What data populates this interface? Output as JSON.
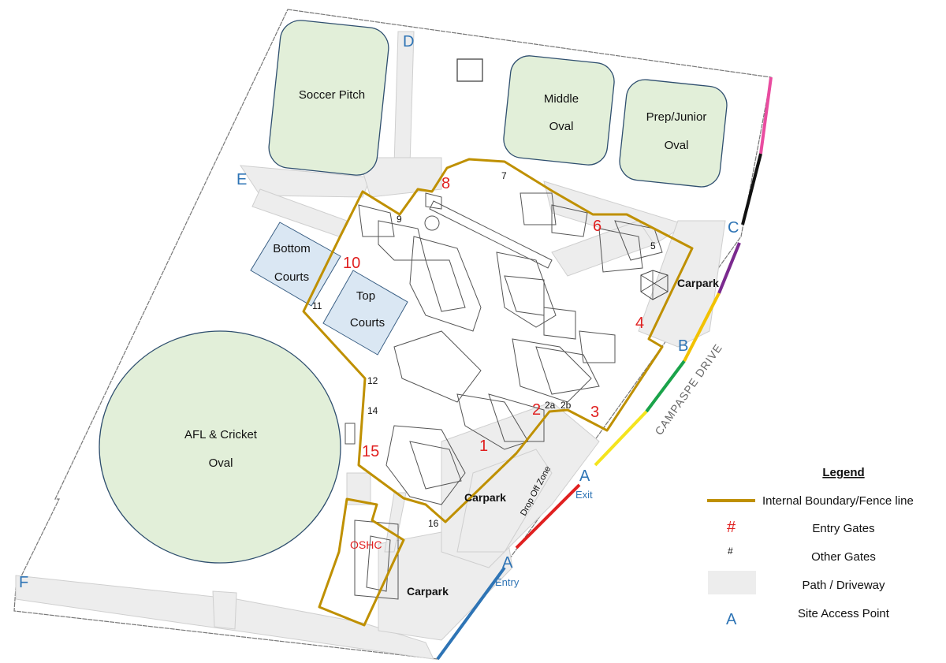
{
  "fields": {
    "soccer": "Soccer Pitch",
    "middle": [
      "Middle",
      "Oval"
    ],
    "prep": [
      "Prep/Junior",
      "Oval"
    ],
    "afl": [
      "AFL & Cricket",
      "Oval"
    ]
  },
  "courts": {
    "bottom": [
      "Bottom",
      "Courts"
    ],
    "top": [
      "Top",
      "Courts"
    ]
  },
  "site_access": {
    "A_exit": "A",
    "exit_text": "Exit",
    "A_entry": "A",
    "entry_text": "Entry",
    "B": "B",
    "C": "C",
    "D": "D",
    "E": "E",
    "F": "F"
  },
  "entry_gates": {
    "g1": "1",
    "g2": "2",
    "g3": "3",
    "g4": "4",
    "g6": "6",
    "g8": "8",
    "g10": "10",
    "g15": "15"
  },
  "other_gates": {
    "g2a": "2a",
    "g2b": "2b",
    "g5": "5",
    "g7": "7",
    "g9": "9",
    "g11": "11",
    "g12": "12",
    "g14": "14",
    "g16": "16"
  },
  "carparks": {
    "east": "Carpark",
    "south": "Carpark",
    "bottom": "Carpark"
  },
  "road": "CAMPASPE DRIVE",
  "dropoff": "Drop Off Zone",
  "oshc": "OSHC",
  "legend": {
    "title": "Legend",
    "boundary": "Internal Boundary/Fence line",
    "entry_symbol": "#",
    "entry": "Entry Gates",
    "other_symbol": "#",
    "other": "Other Gates",
    "path": "Path / Driveway",
    "access_symbol": "A",
    "access": "Site Access Point"
  },
  "colors": {
    "field": "#e2efd9",
    "court": "#dae7f3",
    "path": "#ededed",
    "fence": "#bf9000",
    "entry_red": "#e02020",
    "access_blue": "#2e74b5"
  }
}
